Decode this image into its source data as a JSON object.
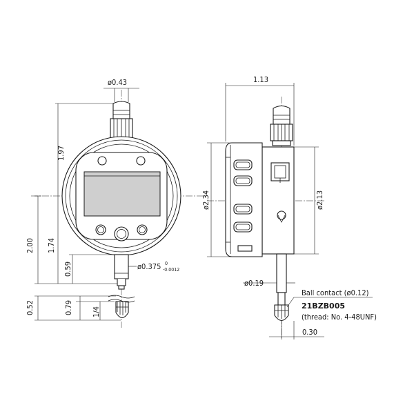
{
  "diagram": {
    "front_view": {
      "stem_top_diameter": "ø0.43",
      "height_top": "1.97",
      "height_total": "2.00",
      "height_center_to_lug": "1.74",
      "stem_length": "0.59",
      "stem_diameter": "ø0.375",
      "tol_upper": "0",
      "tol_lower": "-0.0012",
      "contact_total": "0.52",
      "contact_mid": "0.79",
      "contact_small": "1/4"
    },
    "side_view": {
      "depth": "1.13",
      "body_diameter": "ø2.34",
      "back_diameter": "ø2.13",
      "spindle_diameter": "ø0.19",
      "contact_label": "Ball contact (ø0.12)",
      "contact_part": "21BZB005",
      "thread_note": "(thread: No. 4-48UNF)",
      "tip_offset": "0.30"
    }
  }
}
